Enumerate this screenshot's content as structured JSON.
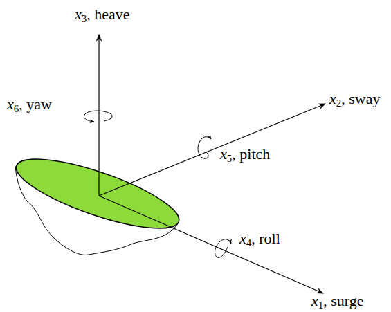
{
  "diagram": {
    "labels": [
      "x3, heave",
      "x2, sway",
      "x6, yaw",
      "x5, pitch",
      "x4, roll",
      "x1, surge"
    ]
  }
}
